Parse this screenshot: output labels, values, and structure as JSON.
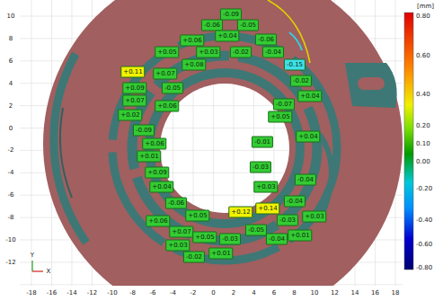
{
  "diagram": {
    "labels": [
      "[mm]",
      "0.80",
      "0.60",
      "0.40",
      "0.20",
      "0.10",
      "0.00",
      "-0.20",
      "-0.40",
      "-0.60",
      "-0.80",
      "10",
      "8",
      "6",
      "4",
      "2",
      "0",
      "-2",
      "-4",
      "-6",
      "-8",
      "-10",
      "-12",
      "-18",
      "-16",
      "-14",
      "-12",
      "-10",
      "-8",
      "-6",
      "-4",
      "-2",
      "0",
      "2",
      "4",
      "6",
      "8",
      "10",
      "12",
      "14",
      "16",
      "18",
      "Y",
      "X",
      "-0.09",
      "-0.06",
      "-0.05",
      "+0.06",
      "+0.04",
      "-0.06",
      "+0.05",
      "+0.03",
      "-0.02",
      "-0.04",
      "+0.11",
      "+0.07",
      "+0.08",
      "-0.15",
      "+0.09",
      "-0.05",
      "-0.02",
      "+0.04",
      "+0.07",
      "+0.06",
      "-0.07",
      "+0.05",
      "+0.02",
      "-0.09",
      "+0.04",
      "+0.06",
      "+0.01",
      "-0.01",
      "-0.03",
      "+0.03",
      "+0.09",
      "+0.04",
      "-0.04",
      "-0.06",
      "+0.05",
      "+0.12",
      "+0.14",
      "-0.04",
      "-0.03",
      "+0.03",
      "+0.07",
      "+0.05",
      "-0.03",
      "-0.05",
      "-0.04",
      "+0.01",
      "+0.03",
      "+0.01",
      "-0.02",
      "+0.06"
    ]
  }
}
